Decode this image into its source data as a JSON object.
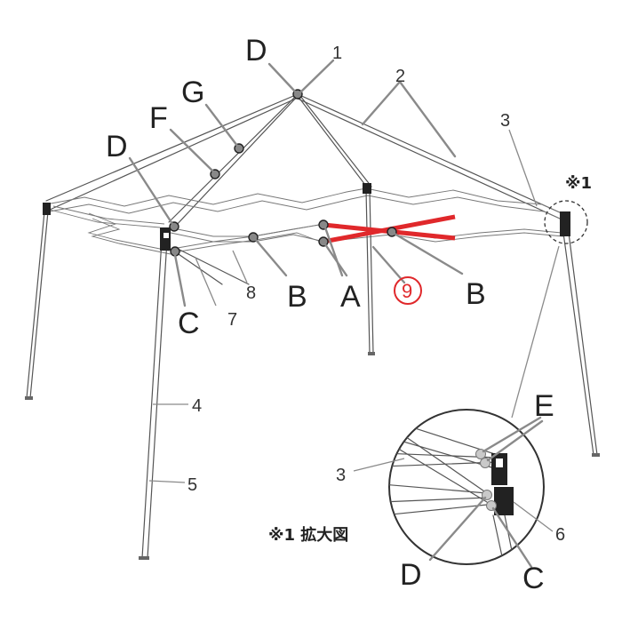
{
  "labels": {
    "D_top": "D",
    "n1": "1",
    "n2": "2",
    "G": "G",
    "F": "F",
    "n3_top": "3",
    "D_left": "D",
    "ref_mark": "※1",
    "C_left": "C",
    "n7": "7",
    "n8": "8",
    "B_mid": "B",
    "A": "A",
    "n9": "9",
    "B_right": "B",
    "n4": "4",
    "n5": "5",
    "E": "E",
    "n3_inset": "3",
    "n6": "6",
    "D_inset": "D",
    "C_inset": "C",
    "enlarged_caption": "※1 拡大図"
  },
  "colors": {
    "frame": "#555555",
    "leader": "#8a8a8a",
    "highlight": "#e0282b"
  }
}
